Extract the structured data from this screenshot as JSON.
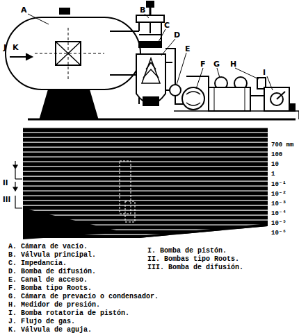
{
  "diagram": {
    "labels": [
      "A",
      "B",
      "C",
      "D",
      "E",
      "F",
      "G",
      "H",
      "I",
      "J",
      "K",
      "700 mm",
      "100",
      "10",
      "1",
      "10⁻¹",
      "10⁻²",
      "10⁻³",
      "10⁻⁴",
      "10⁻⁵",
      "10⁻⁶",
      "II",
      "III",
      "A. Cámara de vacío.",
      "B. Válvula principal.",
      "C. Impedancia.",
      "D. Bomba de difusión.",
      "E. Canal de acceso.",
      "F. Bomba tipo Roots.",
      "G. Cámara de prevacío o condensador.",
      "H. Medidor de presión.",
      "I. Bomba rotatoria de pistón.",
      "J. Flujo de gas.",
      "K. Válvula de aguja.",
      "I. Bomba de pistón.",
      "II. Bombas tipo Roots.",
      "III. Bomba de difusión."
    ]
  }
}
